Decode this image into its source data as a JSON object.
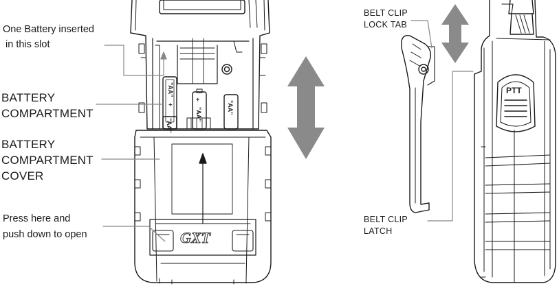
{
  "labels": {
    "one_battery_line1": "One Battery inserted",
    "one_battery_line2": "in this slot",
    "battery_compartment_line1": "BATTERY",
    "battery_compartment_line2": "COMPARTMENT",
    "cover_line1": "BATTERY",
    "cover_line2": "COMPARTMENT",
    "cover_line3": "COVER",
    "press_line1": "Press here and",
    "press_line2": "push down to open",
    "lock_tab_line1": "BELT CLIP",
    "lock_tab_line2": "LOCK TAB",
    "latch_line1": "BELT CLIP",
    "latch_line2": "LATCH"
  },
  "battery_marks": {
    "aa": "\"AA\"",
    "plus": "+"
  },
  "logo_text": "GXT",
  "ptt_text": "PTT",
  "icons": [
    "double-arrow-icon",
    "up-arrow-icon"
  ],
  "colors": {
    "line": "#1a1a1a",
    "leader": "#888888",
    "arrow": "#8a8a8a",
    "text": "#1a1a1a"
  }
}
